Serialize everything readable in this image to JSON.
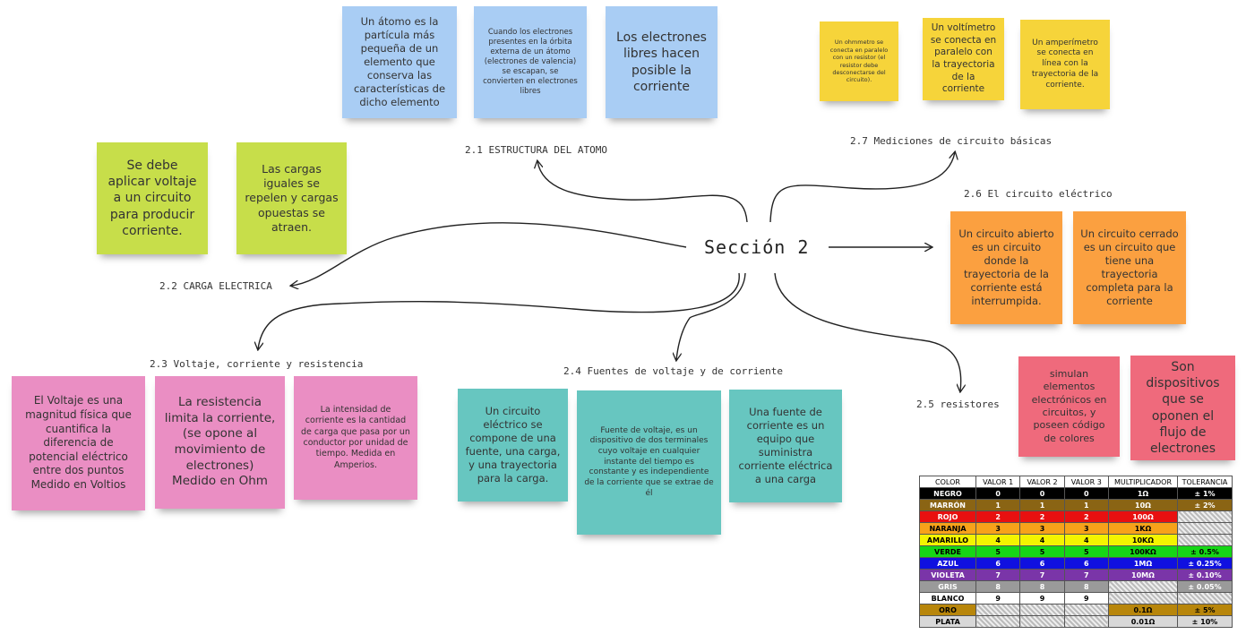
{
  "center_title": "Sección 2",
  "labels": {
    "s21": "2.1 ESTRUCTURA DEL ATOMO",
    "s22": "2.2 CARGA ELECTRICA",
    "s23": "2.3 Voltaje, corriente y resistencia",
    "s24": "2.4 Fuentes de voltaje y de corriente",
    "s25": "2.5 resistores",
    "s26": "2.6 El circuito eléctrico",
    "s27": "2.7 Mediciones de circuito básicas"
  },
  "notes": {
    "atom1": "Un átomo es la partícula más pequeña de un elemento que conserva las características de dicho elemento",
    "atom2": "Cuando los electrones presentes en la órbita externa de un átomo (electrones de valencia) se escapan, se convierten en electrones libres",
    "atom3": "Los electrones libres hacen posible la corriente",
    "meas1": "Un ohmmetro se conecta en paralelo con un resistor (el resistor debe desconectarse del circuito).",
    "meas2": "Un voltímetro se conecta en paralelo con la trayectoria de la corriente",
    "meas3": "Un amperímetro se conecta en línea con la trayectoria de la corriente.",
    "charge1": "Se debe aplicar voltaje a un circuito para producir corriente.",
    "charge2": "Las cargas iguales se repelen y cargas opuestas se atraen.",
    "circ1": "Un circuito abierto es un circuito donde la trayectoria de la corriente está interrumpida.",
    "circ2": "Un circuito cerrado es un circuito que tiene una trayectoria completa para la corriente",
    "res1": "simulan elementos electrónicos en circuitos, y poseen código de colores",
    "res2": "Son dispositivos que se oponen el flujo de electrones",
    "vcr1": "El Voltaje es una magnitud física que cuantifica la diferencia de potencial eléctrico entre dos puntos Medido en Voltios",
    "vcr2": "La resistencia limita la corriente, (se opone al movimiento de electrones) Medido en Ohm",
    "vcr3": "La intensidad de corriente  es la cantidad de carga que pasa por un conductor por unidad de tiempo. Medida en Amperios.",
    "src1": "Un circuito eléctrico se compone de una fuente, una carga, y una trayectoria para la carga.",
    "src2": "Fuente de voltaje, es un dispositivo de dos terminales cuyo voltaje en cualquier instante del tiempo es constante y es independiente de la corriente que se extrae de él",
    "src3": "Una fuente de corriente es un equipo que suministra corriente eléctrica a una carga"
  },
  "colors": {
    "blue": "#a9cdf4",
    "yellow": "#f6d43a",
    "lime": "#c7de4a",
    "orange": "#fba040",
    "pink": "#ea8ec3",
    "teal": "#67c6c0",
    "red": "#ef6a7c"
  },
  "resistor_table": {
    "headers": [
      "COLOR",
      "VALOR 1",
      "VALOR 2",
      "VALOR 3",
      "MULTIPLICADOR",
      "TOLERANCIA"
    ],
    "rows": [
      {
        "color": "NEGRO",
        "v1": "0",
        "v2": "0",
        "v3": "0",
        "mult": "1Ω",
        "tol": "± 1%",
        "bg": "#000000",
        "fg": "#ffffff"
      },
      {
        "color": "MARRÓN",
        "v1": "1",
        "v2": "1",
        "v3": "1",
        "mult": "10Ω",
        "tol": "± 2%",
        "bg": "#8a6414",
        "fg": "#ffffff"
      },
      {
        "color": "ROJO",
        "v1": "2",
        "v2": "2",
        "v3": "2",
        "mult": "100Ω",
        "tol": "",
        "bg": "#e81010",
        "fg": "#ffffff"
      },
      {
        "color": "NARANJA",
        "v1": "3",
        "v2": "3",
        "v3": "3",
        "mult": "1KΩ",
        "tol": "",
        "bg": "#f7a21a",
        "fg": "#000000"
      },
      {
        "color": "AMARILLO",
        "v1": "4",
        "v2": "4",
        "v3": "4",
        "mult": "10KΩ",
        "tol": "",
        "bg": "#f4f400",
        "fg": "#000000"
      },
      {
        "color": "VERDE",
        "v1": "5",
        "v2": "5",
        "v3": "5",
        "mult": "100KΩ",
        "tol": "± 0.5%",
        "bg": "#16d616",
        "fg": "#000000"
      },
      {
        "color": "AZUL",
        "v1": "6",
        "v2": "6",
        "v3": "6",
        "mult": "1MΩ",
        "tol": "± 0.25%",
        "bg": "#1010e0",
        "fg": "#ffffff"
      },
      {
        "color": "VIOLETA",
        "v1": "7",
        "v2": "7",
        "v3": "7",
        "mult": "10MΩ",
        "tol": "± 0.10%",
        "bg": "#7a35a8",
        "fg": "#ffffff"
      },
      {
        "color": "GRIS",
        "v1": "8",
        "v2": "8",
        "v3": "8",
        "mult": "",
        "tol": "± 0.05%",
        "bg": "#9a9a9a",
        "fg": "#ffffff"
      },
      {
        "color": "BLANCO",
        "v1": "9",
        "v2": "9",
        "v3": "9",
        "mult": "",
        "tol": "",
        "bg": "#ffffff",
        "fg": "#000000"
      },
      {
        "color": "ORO",
        "v1": "",
        "v2": "",
        "v3": "",
        "mult": "0.1Ω",
        "tol": "± 5%",
        "bg": "#b8860b",
        "fg": "#000000"
      },
      {
        "color": "PLATA",
        "v1": "",
        "v2": "",
        "v3": "",
        "mult": "0.01Ω",
        "tol": "± 10%",
        "bg": "#d8d8d8",
        "fg": "#000000"
      }
    ]
  }
}
